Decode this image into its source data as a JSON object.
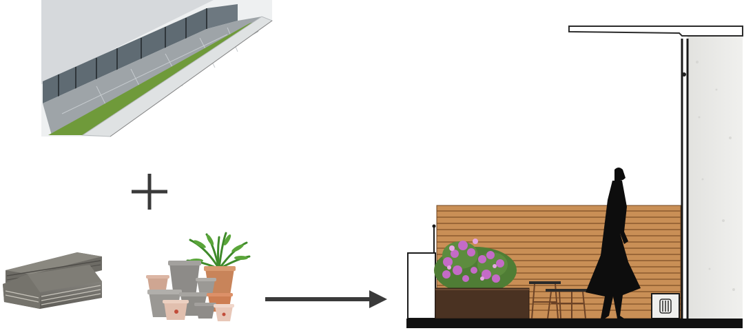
{
  "composition": {
    "left_top": "3d-model-balcony-render",
    "plus": "plus-icon",
    "left_bottom_a": "stone-slab-tiles",
    "left_bottom_b": "assorted-flower-pots-with-fern",
    "arrow": "right-arrow-icon",
    "result": "balcony-elevation-section"
  },
  "colors": {
    "slat_wood": "#c98f56",
    "slat_gap": "#8a5a2e",
    "planter": "#4a3222",
    "wall": "#e9e9e7",
    "ground": "#111111",
    "silhouette": "#0d0d0d",
    "grass": "#6f9a3a",
    "paving": "#9ea4a8",
    "glass": "#5f6b73",
    "arrow": "#3a3a3a"
  }
}
